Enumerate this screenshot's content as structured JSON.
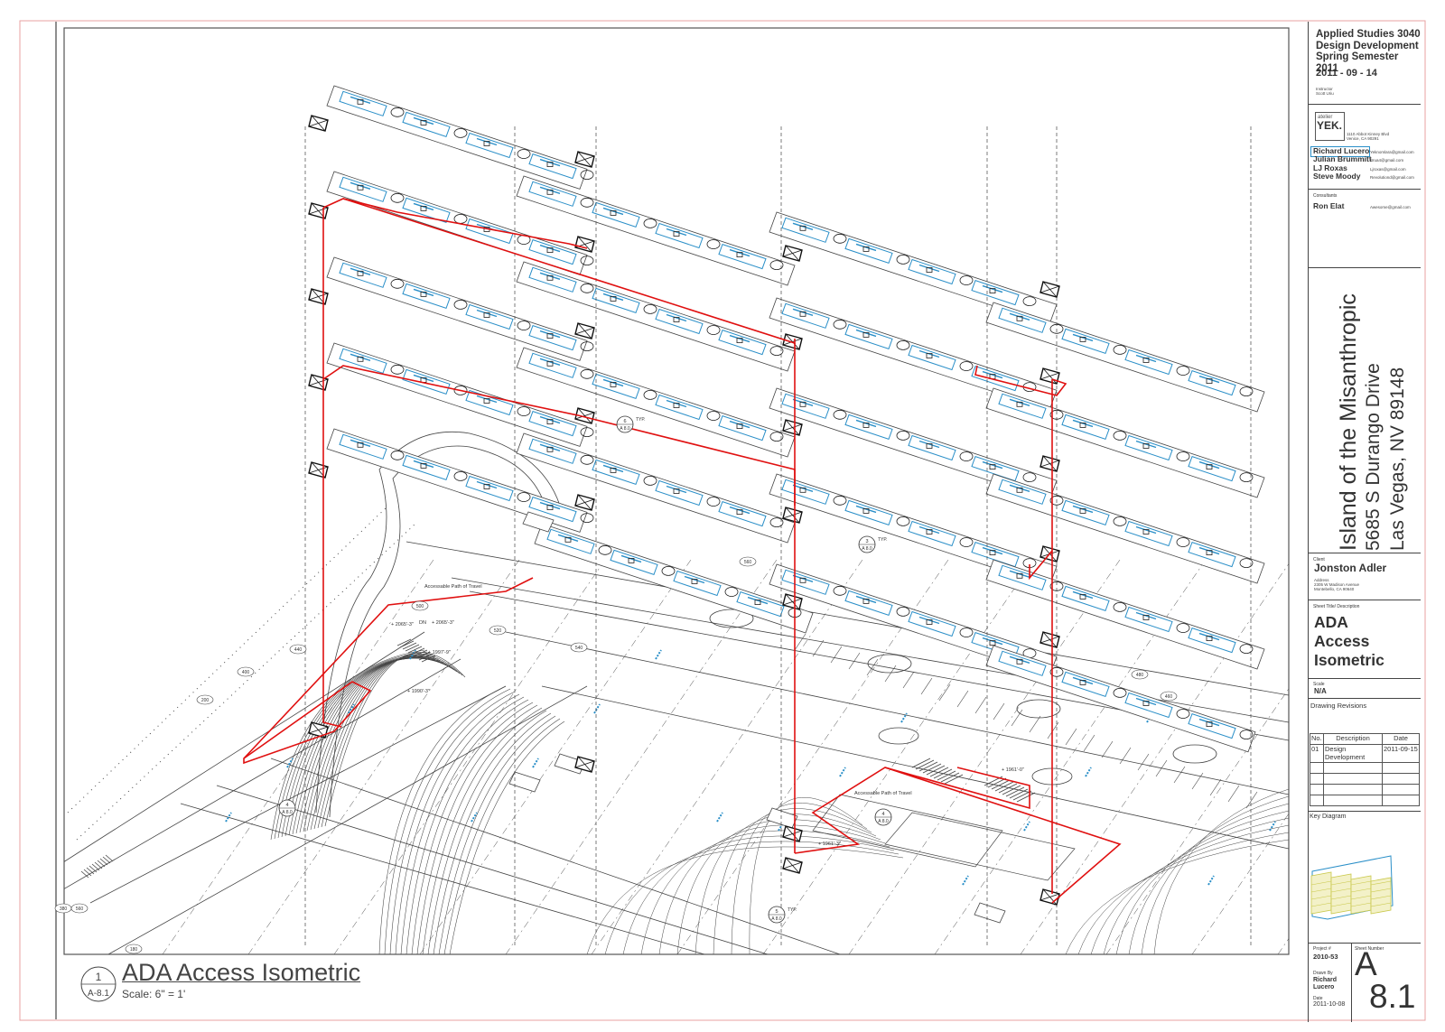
{
  "title_block": {
    "course_lines": [
      "Applied Studies 3040",
      "Design Development",
      "Spring Semester 2011"
    ],
    "date": "2011 - 09 - 14",
    "instructor_label": "Instructor",
    "instructor": "Scott Uriu",
    "firm": {
      "logo_small": "atelier",
      "logo_big": "YEK.",
      "address_line1": "1110 Abbot Kinney Blvd",
      "address_line2": "Venice, CA 90291"
    },
    "team": [
      {
        "name": "Richard Lucero",
        "email": "Yeknomlara@gmail.com"
      },
      {
        "name": "Julian Brummitt",
        "email": "Brua4@gmail.com"
      },
      {
        "name": "LJ Roxas",
        "email": "Ljroxas@gmail.com"
      },
      {
        "name": "Steve Moody",
        "email": "Revolutiond@gmail.com"
      }
    ],
    "consultants_label": "Consultants",
    "consultant": {
      "name": "Ron Elat",
      "email": "Awesome@gmail.com"
    },
    "project_name": "Island of the Misanthropic",
    "project_address1": "5685 S Durango Drive",
    "project_address2": "Las Vegas, NV 89148",
    "client_label": "Client",
    "client_name": "Jonston Adler",
    "client_address_label": "Address",
    "client_address1": "2305 W Madison Avenue",
    "client_address2": "Montebello, CA 90640",
    "sheet_title_label": "Sheet Title/ Description",
    "sheet_title_lines": [
      "ADA",
      "Access",
      "Isometric"
    ],
    "scale_label": "Scale",
    "scale_value": "N/A",
    "revisions_label": "Drawing Revisions",
    "revisions_headers": [
      "No.",
      "Description",
      "Date"
    ],
    "revisions": [
      {
        "no": "01",
        "desc": "Design Development",
        "date": "2011-09-15"
      }
    ],
    "key_diagram_label": "Key Diagram",
    "project_no_label": "Project #",
    "project_no": "2010-53",
    "drawn_by_label": "Drawn By",
    "drawn_by": "Richard Lucero",
    "date_label": "Date",
    "sheet_date": "2011-10-08",
    "sheet_number_label": "Sheet Number",
    "sheet_letter": "A",
    "sheet_number": "8.1"
  },
  "caption": {
    "number": "1",
    "ref": "A-8.1",
    "title": "ADA Access Isometric",
    "scale": "Scale: 6\" = 1'"
  },
  "annotations": {
    "path_label": "Accessable Path of Travel",
    "elev_1": "+ 2065'-3\"",
    "elev_2": "+ 1997'-9\"",
    "elev_3": "+ 1990'-3\"",
    "elev_4": "+ 1961'-3\"",
    "elev_5": "+ 1961'-0\"",
    "dn": "DN",
    "typ": "TYP.",
    "callout_refs": [
      "A 8.0",
      "A 8.0",
      "A 8.0",
      "A 8.0",
      "A 8.0"
    ],
    "callout_nums": [
      "6",
      "3",
      "5",
      "4",
      "4"
    ],
    "contours": [
      "500",
      "520",
      "540",
      "560",
      "480",
      "460",
      "440",
      "400",
      "200",
      "180",
      "380",
      "560"
    ]
  },
  "colors": {
    "route": "#e01010",
    "line": "#444444",
    "blue": "#2a8fc8",
    "key": "#c9c84a"
  }
}
